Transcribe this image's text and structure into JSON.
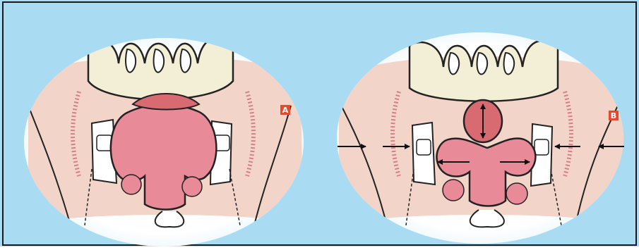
{
  "panels": [
    {
      "id": "left",
      "label": "A",
      "label_color": "#e6492e"
    },
    {
      "id": "right",
      "label": "B",
      "label_color": "#e6492e"
    }
  ],
  "colors": {
    "background": "#a9dcf3",
    "border": "#1a1a1a",
    "skin": "#f2d4c8",
    "tissue": "#e98a98",
    "tissue_dark": "#c85a62",
    "bone": "#f3efd6",
    "muscle_stripes": "#d48088",
    "arrow": "#111111"
  }
}
